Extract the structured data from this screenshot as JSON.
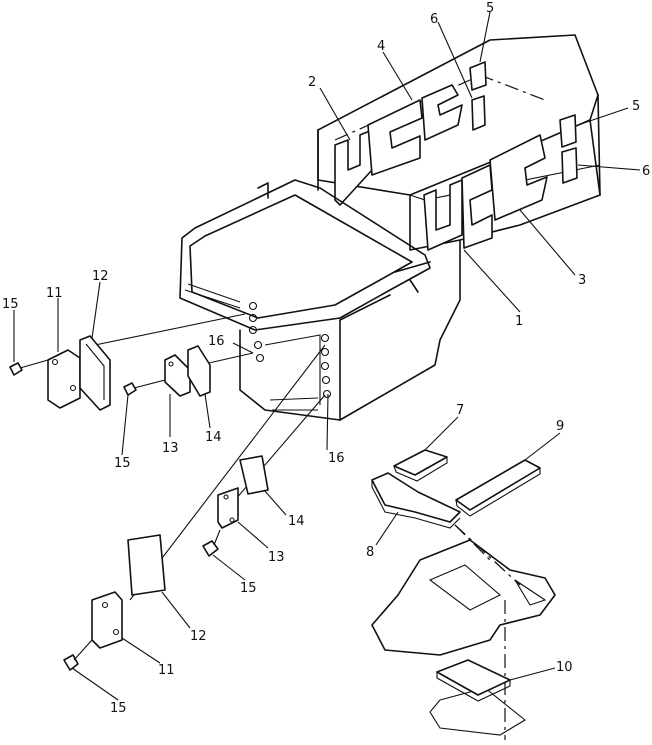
{
  "labels": {
    "l1": "1",
    "l2": "2",
    "l3": "3",
    "l4": "4",
    "l5a": "5",
    "l5b": "5",
    "l6a": "6",
    "l6b": "6",
    "l7": "7",
    "l8": "8",
    "l9": "9",
    "l10": "10",
    "l11a": "11",
    "l11b": "11",
    "l12a": "12",
    "l12b": "12",
    "l13a": "13",
    "l13b": "13",
    "l14a": "14",
    "l14b": "14",
    "l15a": "15",
    "l15b": "15",
    "l15c": "15",
    "l15d": "15",
    "l16a": "16",
    "l16b": "16"
  },
  "colors": {
    "ink": "#111111",
    "paper": "#ffffff"
  }
}
